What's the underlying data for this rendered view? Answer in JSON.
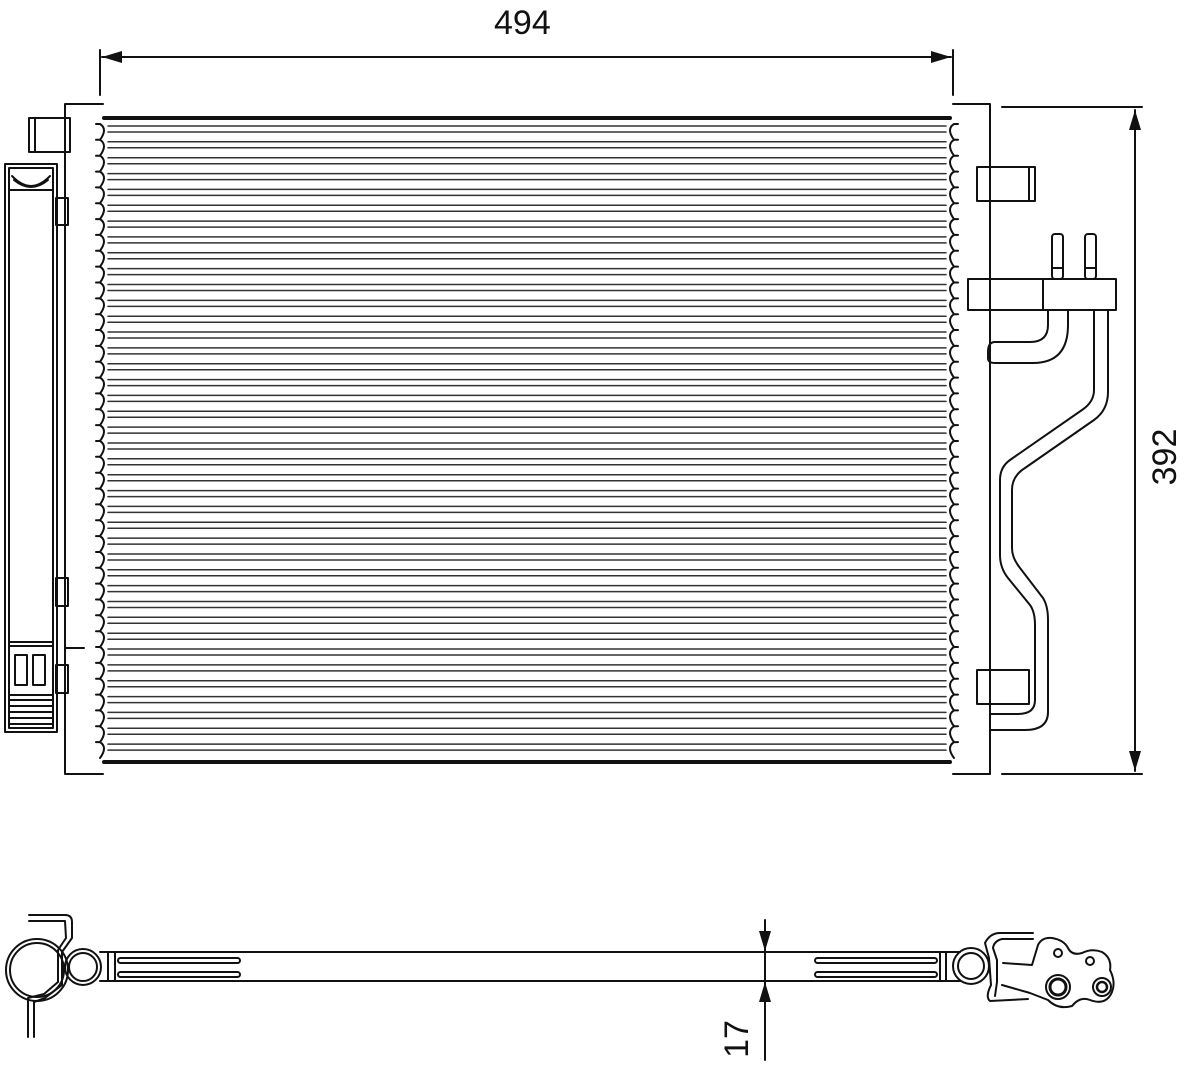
{
  "drawing": {
    "subject": "AC condenser technical drawing",
    "views": [
      "front-view",
      "bottom-view"
    ],
    "line_color": "#111111",
    "background": "#ffffff",
    "core_tube_count": 40
  },
  "dimensions": {
    "width": {
      "value": "494"
    },
    "height": {
      "value": "392"
    },
    "depth": {
      "value": "17"
    }
  }
}
